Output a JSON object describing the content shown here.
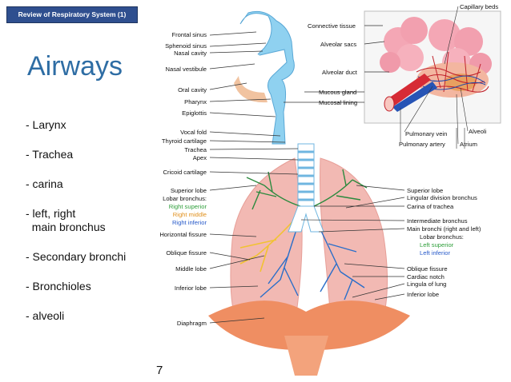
{
  "header": {
    "tag": "Review of Respiratory System (1)"
  },
  "title": "Airways",
  "bullets": [
    "- Larynx",
    "- Trachea",
    "- carina",
    "- left, right\n  main bronchus",
    "- Secondary bronchi",
    "- Bronchioles",
    "- alveoli"
  ],
  "page_number": "7",
  "diagram": {
    "left_labels": [
      "Frontal sinus",
      "Sphenoid sinus",
      "Nasal cavity",
      "Nasal vestibule",
      "Oral cavity",
      "Pharynx",
      "Epiglottis",
      "Vocal fold",
      "Thyroid cartilage",
      "Trachea",
      "Apex",
      "Cricoid cartilage",
      "Superior lobe",
      "Lobar bronchus:",
      "Right superior",
      "Right middle",
      "Right inferior",
      "Horizontal fissure",
      "Oblique fissure",
      "Middle lobe",
      "Inferior lobe",
      "Diaphragm"
    ],
    "right_labels": [
      "Connective tissue",
      "Alveolar sacs",
      "Alveolar duct",
      "Mucous gland",
      "Mucosal lining",
      "Superior lobe",
      "Lingular division bronchus",
      "Carina of trachea",
      "Intermediate bronchus",
      "Main bronchi (right and left)",
      "Lobar bronchus:",
      "Left superior",
      "Left inferior",
      "Oblique fissure",
      "Cardiac notch",
      "Lingula of lung",
      "Inferior lobe"
    ],
    "inset_labels": [
      "Capillary beds",
      "Alveoli",
      "Pulmonary vein",
      "Pulmonary artery",
      "Atrium"
    ],
    "colors": {
      "lung": "#f2b9b3",
      "airway": "#79c8ee",
      "diaphragm": "#ef8e62",
      "bronchi_green": "#2b8a3e",
      "bronchi_yellow": "#f1c232",
      "bronchi_blue": "#2a6ec9"
    }
  }
}
